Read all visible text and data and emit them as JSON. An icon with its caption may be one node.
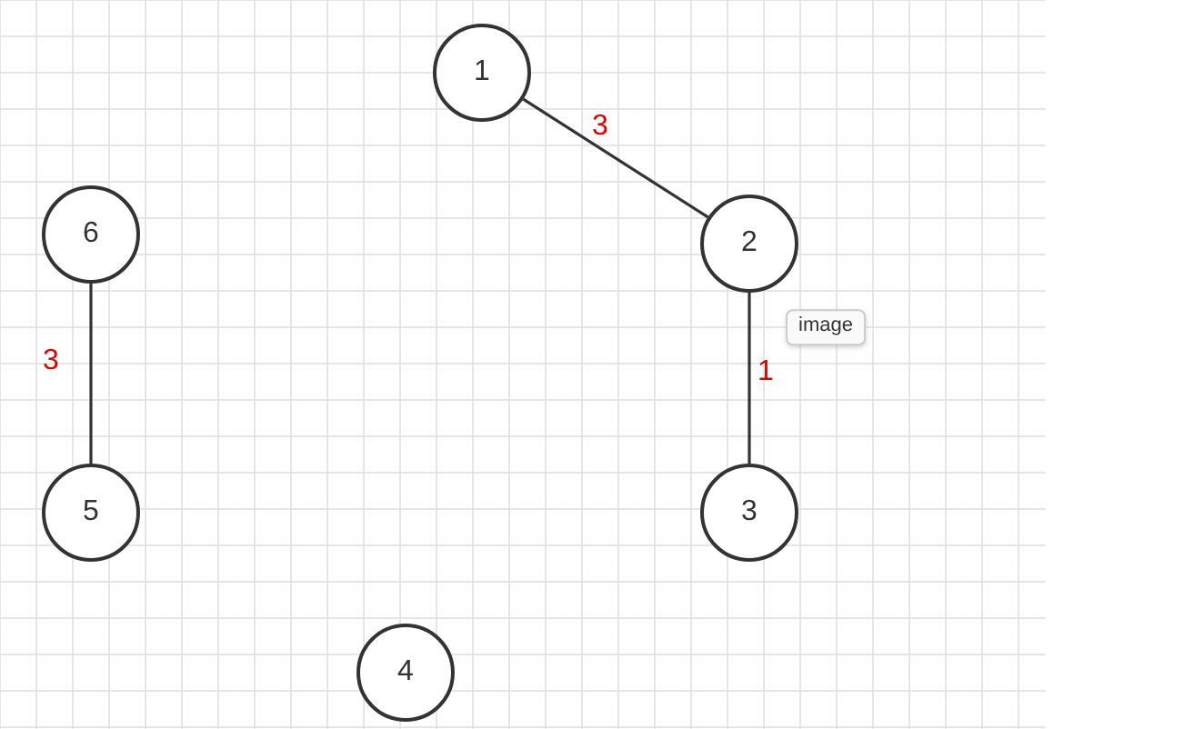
{
  "diagram": {
    "nodes": [
      {
        "text": [
          "1"
        ]
      },
      {
        "text": [
          "2"
        ]
      },
      {
        "text": [
          "3"
        ]
      },
      {
        "text": [
          "4"
        ]
      },
      {
        "text": [
          "5"
        ]
      },
      {
        "text": [
          "6"
        ]
      }
    ],
    "edges": [
      {
        "from": 0,
        "to": 1,
        "arrow": "none",
        "label": "3"
      },
      {
        "from": 1,
        "to": 2,
        "arrow": "none",
        "label": "1"
      },
      {
        "from": 5,
        "to": 4,
        "arrow": "none",
        "label": "3"
      }
    ],
    "labels": [
      "image"
    ]
  }
}
